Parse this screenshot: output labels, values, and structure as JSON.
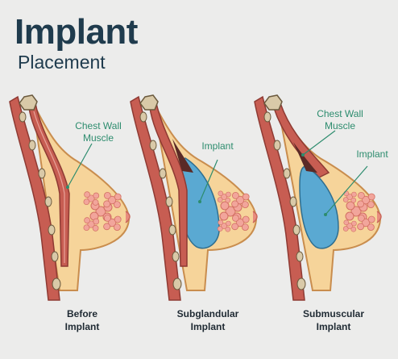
{
  "title": {
    "main": "Implant",
    "sub": "Placement"
  },
  "panels": [
    {
      "line1": "Before",
      "line2": "Implant",
      "callouts": [
        {
          "line1": "Chest Wall",
          "line2": "Muscle"
        }
      ]
    },
    {
      "line1": "Subglandular",
      "line2": "Implant",
      "callouts": [
        {
          "line1": "Implant"
        }
      ]
    },
    {
      "line1": "Submuscular",
      "line2": "Implant",
      "callouts": [
        {
          "line1": "Chest Wall",
          "line2": "Muscle"
        },
        {
          "line1": "Implant"
        }
      ]
    }
  ],
  "colors": {
    "background": "#ececeb",
    "title": "#1f3b4d",
    "label": "#2d8c6e",
    "skin": "#f6d49a",
    "skin_outline": "#c98d4e",
    "muscle": "#c75d52",
    "muscle_stripe": "#e8a39a",
    "bone": "#d9c9a8",
    "implant": "#5aa9d2",
    "gland": "#f2a59b"
  }
}
